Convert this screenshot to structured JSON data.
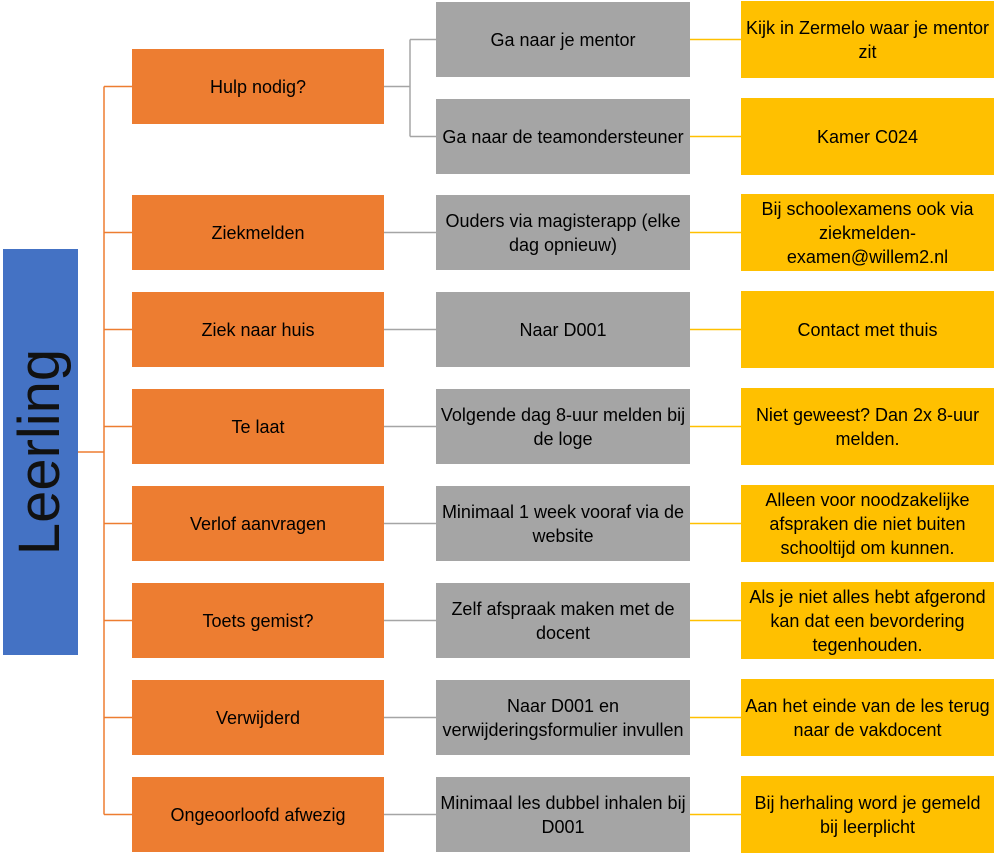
{
  "root": {
    "label": "Leerling",
    "color": "#4472c4"
  },
  "colors": {
    "category": "#ed7d31",
    "action": "#a5a5a5",
    "note": "#ffc000",
    "category_line": "#ed7d31",
    "action_line": "#a5a5a5",
    "note_line": "#ffc000"
  },
  "rows": [
    {
      "category": "Hulp nodig?",
      "actions": [
        {
          "text": "Ga naar je mentor",
          "note": "Kijk in Zermelo waar je mentor zit"
        },
        {
          "text": "Ga naar de teamondersteuner",
          "note": "Kamer C024"
        }
      ]
    },
    {
      "category": "Ziekmelden",
      "actions": [
        {
          "text": "Ouders via magisterapp (elke dag opnieuw)",
          "note": "Bij schoolexamens ook via ziekmelden-examen@willem2.nl"
        }
      ]
    },
    {
      "category": "Ziek naar huis",
      "actions": [
        {
          "text": "Naar D001",
          "note": "Contact met thuis"
        }
      ]
    },
    {
      "category": "Te laat",
      "actions": [
        {
          "text": "Volgende dag 8-uur melden bij de loge",
          "note": "Niet geweest? Dan 2x 8-uur melden."
        }
      ]
    },
    {
      "category": "Verlof aanvragen",
      "actions": [
        {
          "text": "Minimaal 1 week vooraf via de website",
          "note": "Alleen voor noodzakelijke afspraken die niet buiten schooltijd om kunnen."
        }
      ]
    },
    {
      "category": "Toets gemist?",
      "actions": [
        {
          "text": "Zelf afspraak maken met de docent",
          "note": "Als je niet alles hebt afgerond kan dat een bevordering  tegenhouden."
        }
      ]
    },
    {
      "category": "Verwijderd",
      "actions": [
        {
          "text": "Naar D001 en verwijderingsformulier invullen",
          "note": "Aan het einde van de les terug naar de vakdocent"
        }
      ]
    },
    {
      "category": "Ongeoorloofd afwezig",
      "actions": [
        {
          "text": "Minimaal les dubbel inhalen bij D001",
          "note": "Bij herhaling word je gemeld bij leerplicht"
        }
      ]
    }
  ]
}
